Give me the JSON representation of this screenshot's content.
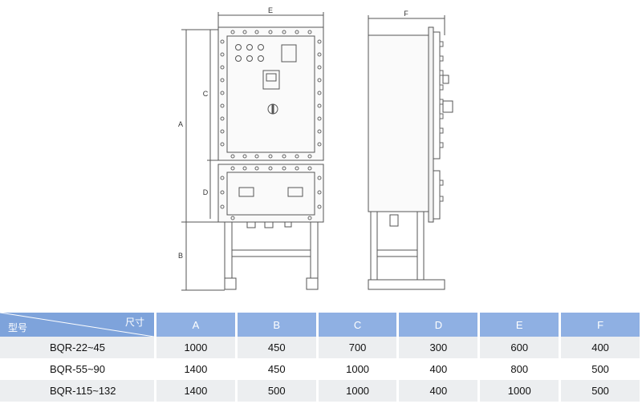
{
  "diagram": {
    "front_labels": {
      "E": "E",
      "A": "A",
      "B": "B",
      "C": "C",
      "D": "D"
    },
    "side_labels": {
      "F": "F"
    }
  },
  "table": {
    "corner_top": "尺寸",
    "corner_bottom": "型号",
    "columns": [
      "A",
      "B",
      "C",
      "D",
      "E",
      "F"
    ],
    "rows": [
      {
        "model": "BQR-22~45",
        "values": [
          "1000",
          "450",
          "700",
          "300",
          "600",
          "400"
        ]
      },
      {
        "model": "BQR-55~90",
        "values": [
          "1400",
          "450",
          "1000",
          "400",
          "800",
          "500"
        ]
      },
      {
        "model": "BQR-115~132",
        "values": [
          "1400",
          "500",
          "1000",
          "400",
          "1000",
          "500"
        ]
      }
    ]
  }
}
